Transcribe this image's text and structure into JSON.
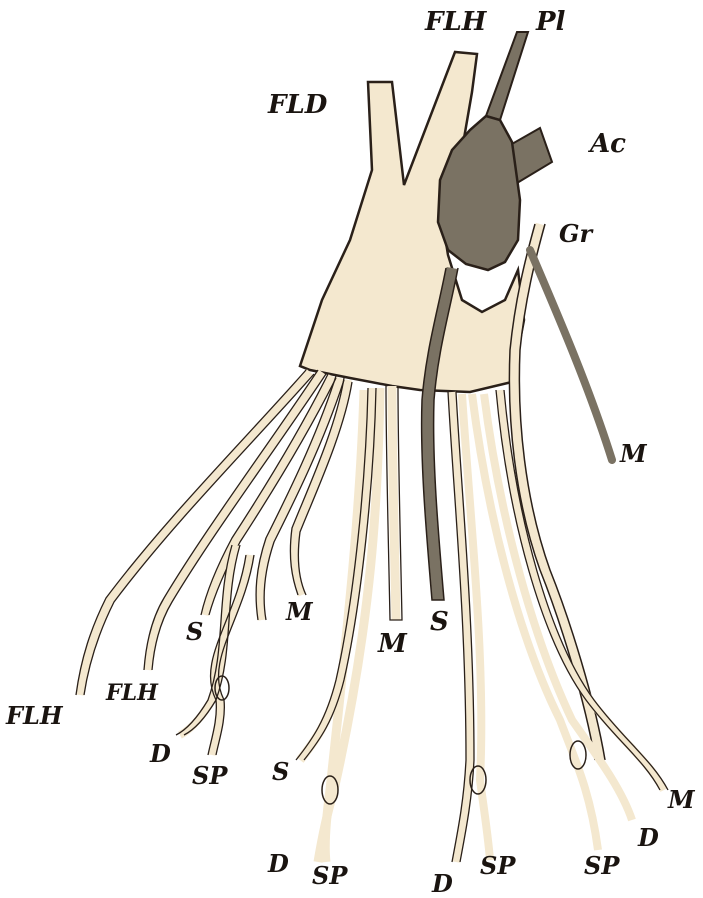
{
  "colors": {
    "background": "#ffffff",
    "tendon_fill": "#f4e8cf",
    "outline": "#2a2019",
    "dark_muscle": "#7a7263",
    "label": "#1a1410"
  },
  "labels": {
    "flh_top": "FLH",
    "pl": "Pl",
    "fld": "FLD",
    "ac": "Ac",
    "gr": "Gr",
    "m_right": "M",
    "s_left": "S",
    "m_left": "M",
    "m_center": "M",
    "s_center": "S",
    "flh_bottom_left": "FLH",
    "flh_bottom": "FLH",
    "d_left": "D",
    "sp_left": "SP",
    "s_lower": "S",
    "d_mid": "D",
    "sp_mid": "SP",
    "d_center": "D",
    "sp_center": "SP",
    "sp_right": "SP",
    "d_right": "D",
    "m_far_right": "M"
  }
}
